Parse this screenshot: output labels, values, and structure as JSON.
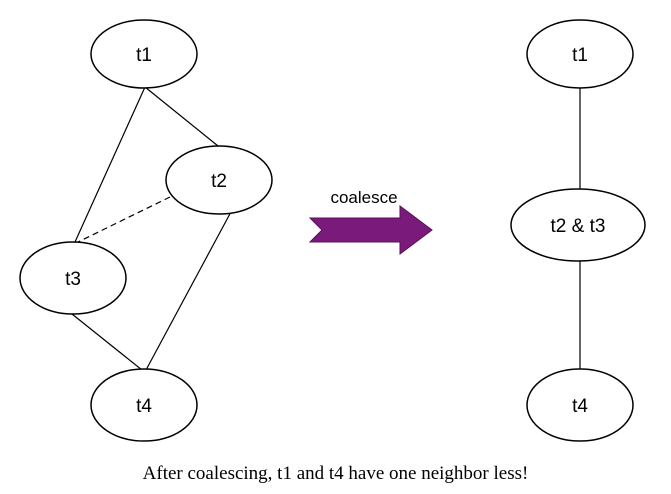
{
  "left_graph": {
    "nodes": {
      "t1": "t1",
      "t2": "t2",
      "t3": "t3",
      "t4": "t4"
    }
  },
  "arrow": {
    "label": "coalesce",
    "color": "#7a1a7a"
  },
  "right_graph": {
    "nodes": {
      "t1": "t1",
      "t23": "t2 & t3",
      "t4": "t4"
    }
  },
  "caption": "After coalescing, t1 and t4 have one neighbor less!"
}
